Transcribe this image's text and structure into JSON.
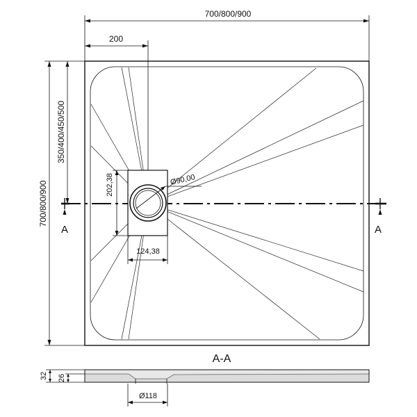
{
  "dimensions": {
    "overall_width": "700/800/900",
    "overall_height": "700/800/900",
    "drain_offset_x": "200",
    "drain_offset_y": "350/400/450/500",
    "drain_box_height": "202,38",
    "drain_box_width": "124,38",
    "drain_diameter": "Ø90,00",
    "profile_total_height": "32",
    "profile_inner_height": "26",
    "outlet_diameter": "Ø118"
  },
  "section": {
    "left_marker": "A",
    "right_marker": "A",
    "title": "A-A"
  }
}
